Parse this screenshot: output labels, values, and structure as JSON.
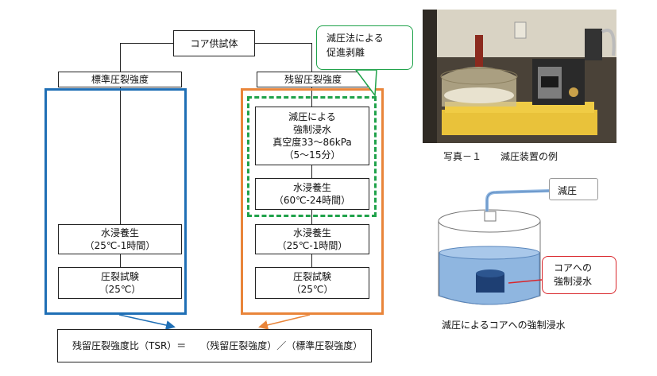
{
  "flow": {
    "top_label": "コア供試体",
    "left_header": "標準圧裂強度",
    "right_header": "残留圧裂強度",
    "left_soak": [
      "水浸養生",
      "（25℃-1時間）"
    ],
    "left_test": [
      "圧裂試験",
      "（25℃）"
    ],
    "decomp": [
      "減圧による",
      "強制浸水",
      "真空度33～86kPa",
      "（5～15分）"
    ],
    "hot_cure": [
      "水浸養生",
      "（60℃-24時間）"
    ],
    "right_soak": [
      "水浸養生",
      "（25℃-1時間）"
    ],
    "right_test": [
      "圧裂試験",
      "（25℃）"
    ],
    "formula": "残留圧裂強度比（TSR）＝　　（残留圧裂強度）／（標準圧裂強度）"
  },
  "callout": [
    "減圧法による",
    "促進剥離"
  ],
  "photo": {
    "caption": "写真－１　　減圧装置の例"
  },
  "illustration": {
    "vacuum_label": "減圧",
    "bubble": [
      "コアへの",
      "強制浸水"
    ],
    "caption": "減圧によるコアへの強制浸水"
  },
  "colors": {
    "blue_frame": "#1f6fb5",
    "orange_frame": "#e9853a",
    "green_dash": "#1fa24a",
    "red_bubble": "#d9262b",
    "water": "#8fb6e0"
  }
}
